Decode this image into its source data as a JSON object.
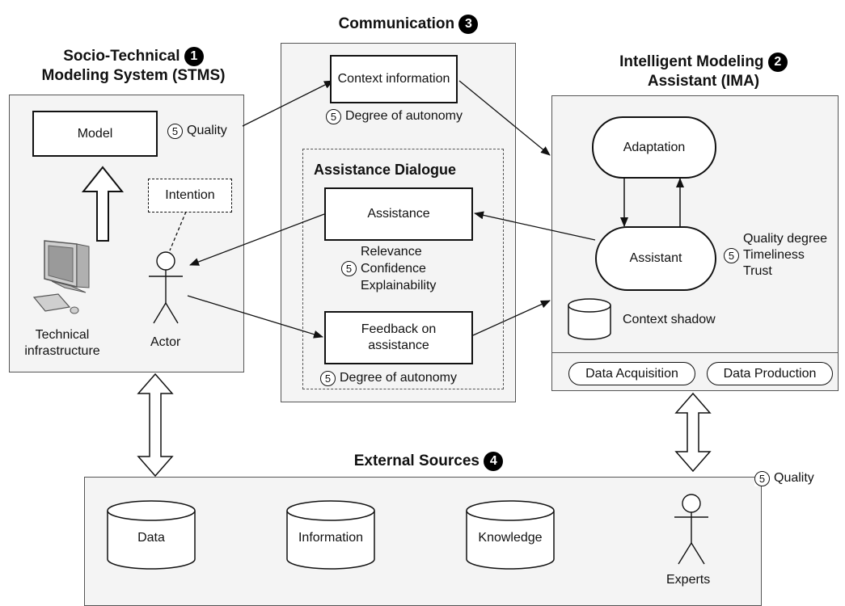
{
  "regions": {
    "stms": {
      "title_line1": "Socio-Technical",
      "title_line2": "Modeling System (STMS)",
      "number": "1"
    },
    "ima": {
      "title_line1": "Intelligent Modeling",
      "title_line2": "Assistant (IMA)",
      "number": "2"
    },
    "communication": {
      "title": "Communication",
      "number": "3"
    },
    "external": {
      "title": "External Sources",
      "number": "4"
    }
  },
  "stms": {
    "model": "Model",
    "quality": "Quality",
    "intention": "Intention",
    "technical_line1": "Technical",
    "technical_line2": "infrastructure",
    "actor": "Actor"
  },
  "communication": {
    "context_information": "Context information",
    "degree_top": "Degree of autonomy",
    "dialogue_title": "Assistance Dialogue",
    "assistance": "Assistance",
    "relevance": "Relevance",
    "confidence": "Confidence",
    "explainability": "Explainability",
    "feedback_line1": "Feedback on",
    "feedback_line2": "assistance",
    "degree_bottom": "Degree of autonomy"
  },
  "ima": {
    "adaptation": "Adaptation",
    "assistant": "Assistant",
    "quality_degree": "Quality degree",
    "timeliness": "Timeliness",
    "trust": "Trust",
    "context_shadow": "Context shadow",
    "data_acquisition": "Data Acquisition",
    "data_production": "Data Production"
  },
  "external": {
    "data": "Data",
    "information": "Information",
    "knowledge": "Knowledge",
    "experts": "Experts",
    "quality": "Quality"
  },
  "marker": "5"
}
